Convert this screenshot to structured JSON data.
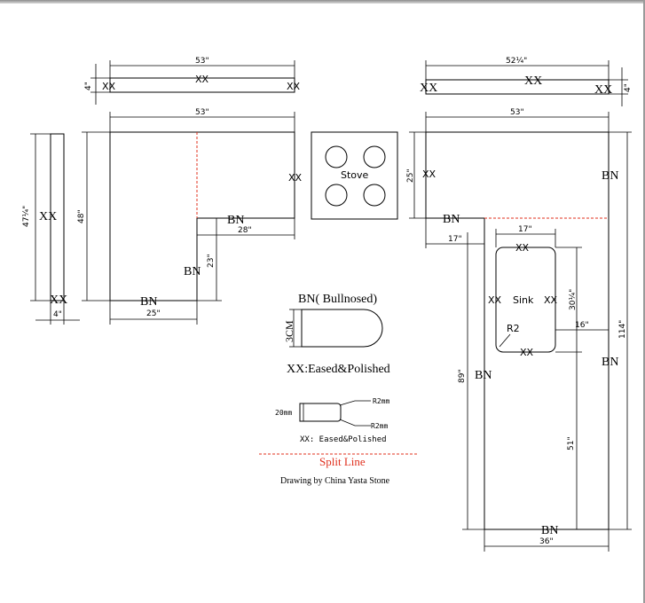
{
  "dims": {
    "d53a": "53\"",
    "d53b": "53\"",
    "d53c": "53\"",
    "d52q": "52¼\"",
    "d4a": "4\"",
    "d4b": "4\"",
    "d4c": "4\"",
    "d47q": "47¼\"",
    "d48": "48\"",
    "d28": "28\"",
    "d23": "23\"",
    "d25a": "25\"",
    "d25b": "25\"",
    "d17a": "17\"",
    "d17b": "17\"",
    "d30q": "30¼\"",
    "d16": "16\"",
    "d114": "114\"",
    "d89": "89\"",
    "d51": "51\"",
    "d36": "36\""
  },
  "edges": {
    "xx": "XX",
    "bn": "BN"
  },
  "labels": {
    "stove": "Stove",
    "sink": "Sink",
    "r2": "R2",
    "three_cm": "3CM",
    "twenty_mm": "20mm",
    "r2mm": "R2mm"
  },
  "legend": {
    "bn_title": "BN( Bullnosed)",
    "xx_title": "XX:Eased&Polished",
    "xx_small": "XX: Eased&Polished",
    "split_line": "Split Line",
    "credit": "Drawing by China Yasta Stone"
  },
  "colors": {
    "line": "#000000",
    "split": "#e0301e"
  }
}
